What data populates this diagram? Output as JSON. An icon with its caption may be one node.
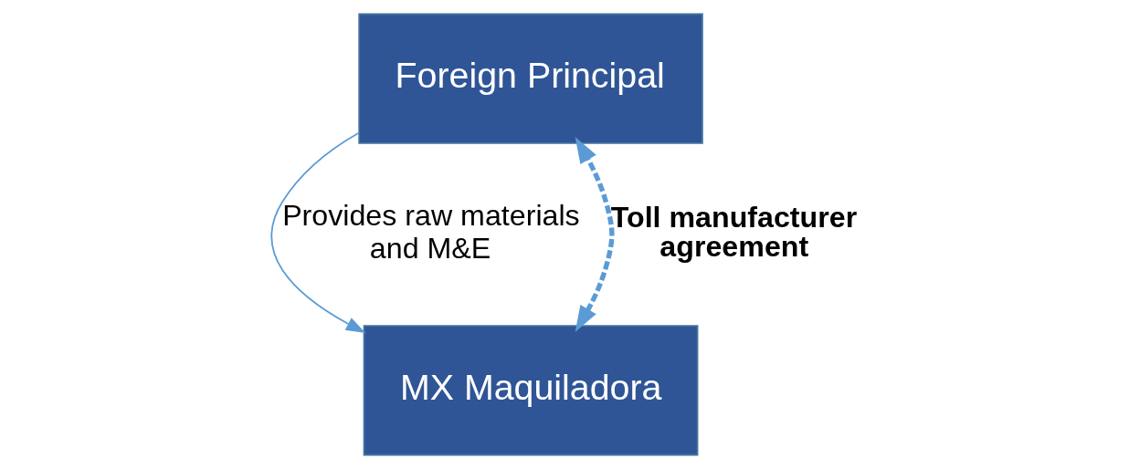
{
  "diagram": {
    "nodes": [
      {
        "text": [
          "Foreign Principal"
        ]
      },
      {
        "text": [
          "MX Maquiladora"
        ]
      }
    ],
    "edges": [
      {
        "from": 0,
        "to": 1,
        "arrow": "to",
        "label": "Provides raw materials and M&E",
        "color": "#5b9bd5"
      },
      {
        "from": 1,
        "to": 0,
        "arrow": "both",
        "label": "Toll manufacturer agreement",
        "style": "dashed",
        "color": "#5b9bd5"
      }
    ]
  }
}
